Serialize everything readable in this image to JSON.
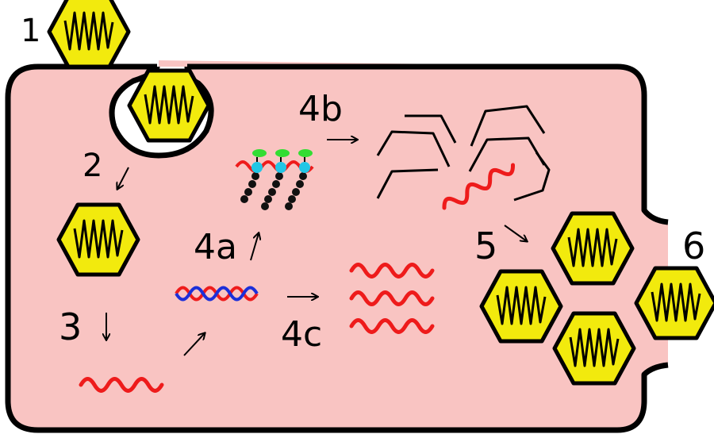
{
  "colors": {
    "cell_fill": "#f9c4c2",
    "cell_stroke": "#000000",
    "capsid_fill": "#f2ea0d",
    "rna": "#ee1b1b",
    "dna_strand": "#1b2fd9",
    "ribosome_cap": "#33dd33",
    "ribosome_body": "#22c6e6",
    "protein_chain": "#111111"
  },
  "labels": {
    "step_1": "1",
    "step_2": "2",
    "step_3": "3",
    "step_4a": "4a",
    "step_4b": "4b",
    "step_4c": "4c",
    "step_5": "5",
    "step_6": "6"
  },
  "icons": {
    "virion": "hexagon-capsid-icon",
    "genome": "wavy-rna-strand-icon",
    "double_strand": "double-helix-icon",
    "ribosome": "ribosome-icon",
    "capsid_fragment": "capsid-fragment-icon",
    "arrow": "arrow-icon"
  }
}
